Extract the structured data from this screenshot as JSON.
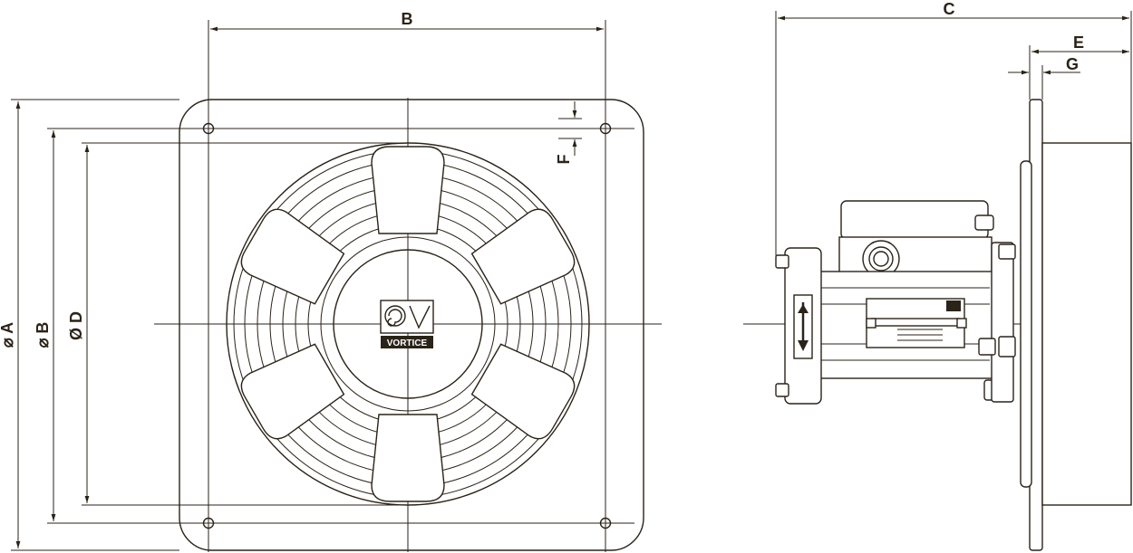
{
  "labels": {
    "dim_b_top": "B",
    "dim_f": "F",
    "dim_a_side": "⌀ A",
    "dim_b_side": "⌀ B",
    "dim_d_side": "Ø D",
    "dim_c": "C",
    "dim_e": "E",
    "dim_g": "G"
  },
  "logo": {
    "text": "VORTICE"
  },
  "colors": {
    "ink": "#2a2318",
    "paper": "#ffffff"
  },
  "icons": {
    "airflow_arrow": "arrow-down-icon",
    "brand_mark": "vortice-logo-icon"
  }
}
